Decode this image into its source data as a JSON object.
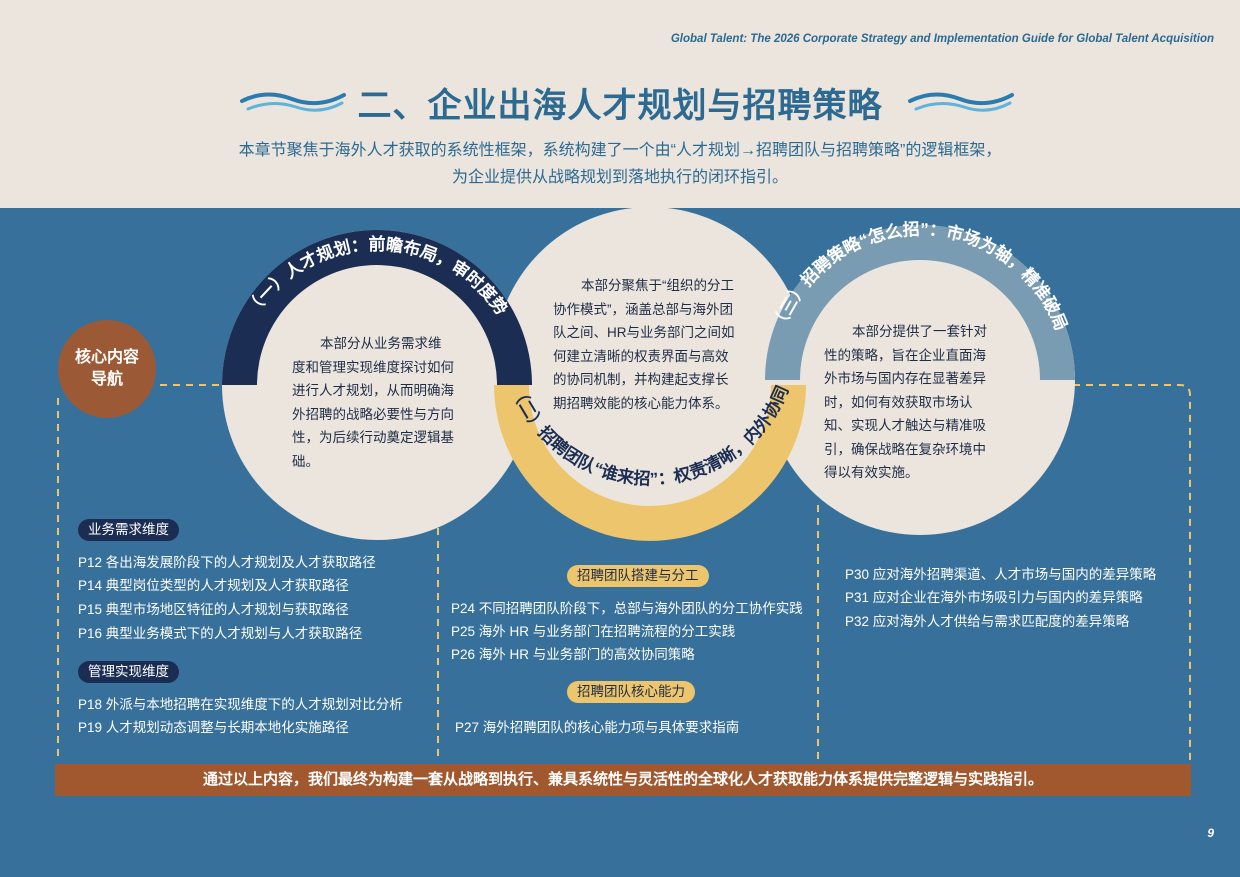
{
  "header": {
    "doc_title": "Global Talent: The 2026 Corporate Strategy and Implementation Guide for Global Talent Acquisition",
    "section_title": "二、企业出海人才规划与招聘策略",
    "intro_line1": "本章节聚焦于海外人才获取的系统性框架，系统构建了一个由“人才规划→招聘团队与招聘策略”的逻辑框架，",
    "intro_line2": "为企业提供从战略规划到落地执行的闭环指引。"
  },
  "colors": {
    "navy": "#1c2d53",
    "gold": "#ecc56c",
    "steel": "#7a9cb2",
    "rust": "#a2582f",
    "page_blue": "#37719b",
    "cream": "#ebe5dd"
  },
  "nav_badge": {
    "line1": "核心内容",
    "line2": "导航"
  },
  "circles": [
    {
      "arc_title": "（一）人才规划：前瞻布局，审时度势",
      "text": "本部分从业务需求维度和管理实现维度探讨如何进行人才规划，从而明确海外招聘的战略必要性与方向性，为后续行动奠定逻辑基础。"
    },
    {
      "arc_title": "（二）招聘团队“谁来招”：权责清晰，内外协同",
      "text": "本部分聚焦于“组织的分工协作模式”，涵盖总部与海外团队之间、HR与业务部门之间如何建立清晰的权责界面与高效的协同机制，并构建起支撑长期招聘效能的核心能力体系。"
    },
    {
      "arc_title": "（三）招聘策略“怎么招”：市场为轴，精准破局",
      "text": "本部分提供了一套针对性的策略，旨在企业直面海外市场与国内存在显著差异时，如何有效获取市场认知、实现人才触达与精准吸引，确保战略在复杂环境中得以有效实施。"
    }
  ],
  "col1": {
    "tag1": "业务需求维度",
    "items1": [
      "P12 各出海发展阶段下的人才规划及人才获取路径",
      "P14 典型岗位类型的人才规划及人才获取路径",
      "P15 典型市场地区特征的人才规划与获取路径",
      "P16 典型业务模式下的人才规划与人才获取路径"
    ],
    "tag2": "管理实现维度",
    "items2": [
      "P18 外派与本地招聘在实现维度下的人才规划对比分析",
      "P19 人才规划动态调整与长期本地化实施路径"
    ]
  },
  "col2": {
    "tag1": "招聘团队搭建与分工",
    "items1": [
      "P24 不同招聘团队阶段下，总部与海外团队的分工协作实践",
      "P25 海外 HR 与业务部门在招聘流程的分工实践",
      "P26 海外 HR 与业务部门的高效协同策略"
    ],
    "tag2": "招聘团队核心能力",
    "items2": [
      "P27 海外招聘团队的核心能力项与具体要求指南"
    ]
  },
  "col3": {
    "items": [
      "P30 应对海外招聘渠道、人才市场与国内的差异策略",
      "P31 应对企业在海外市场吸引力与国内的差异策略",
      "P32 应对海外人才供给与需求匹配度的差异策略"
    ]
  },
  "bottom_bar": "通过以上内容，我们最终为构建一套从战略到执行、兼具系统性与灵活性的全球化人才获取能力体系提供完整逻辑与实践指引。",
  "page_number": "9"
}
